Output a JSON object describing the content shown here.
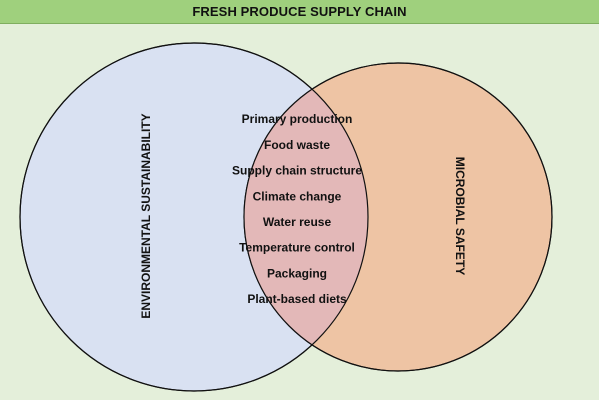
{
  "title": "FRESH PRODUCE SUPPLY CHAIN",
  "left_circle": {
    "label": "ENVIRONMENTAL SUSTAINABILITY",
    "fill": "#d9e1f2",
    "stroke": "#111111"
  },
  "right_circle": {
    "label": "MICROBIAL SAFETY",
    "fill": "#eec4a4",
    "stroke": "#111111"
  },
  "overlap": {
    "fill": "#e3b8b8",
    "items": [
      "Primary production",
      "Food waste",
      "Supply chain structure",
      "Climate change",
      "Water reuse",
      "Temperature control",
      "Packaging",
      "Plant-based diets"
    ]
  },
  "colors": {
    "background": "#e4efda",
    "title_bar": "#9fd07d"
  }
}
